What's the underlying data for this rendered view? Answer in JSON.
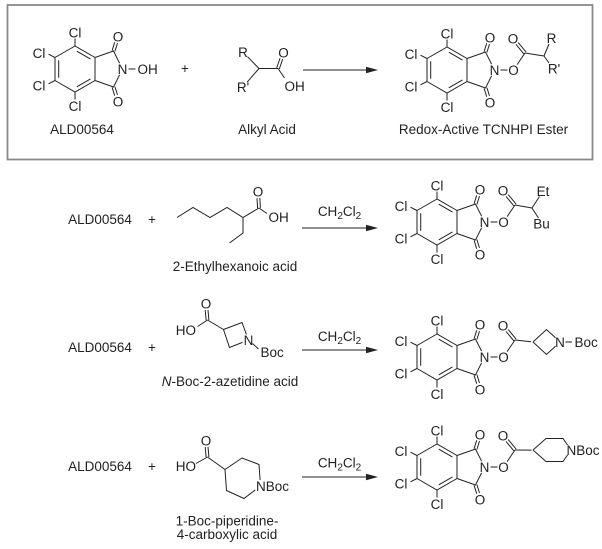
{
  "colors": {
    "background": "#ffffff",
    "line": "#222222",
    "box_border": "#8a8a8a"
  },
  "atoms": {
    "cl": "Cl",
    "o": "O",
    "n": "N",
    "oh": "OH",
    "ho": "HO",
    "r": "R",
    "r_prime": "R'",
    "et": "Et",
    "bu": "Bu",
    "boc": "Boc",
    "nboc": "NBoc"
  },
  "general_scheme": {
    "reactant_label": "ALD00564",
    "plus": "+",
    "acid_label": "Alkyl Acid",
    "product_label": "Redox-Active TCNHPI Ester"
  },
  "reactions": [
    {
      "reactant_label": "ALD00564",
      "plus": "+",
      "acid_name": "2-Ethylhexanoic acid",
      "conditions": {
        "p1": "CH",
        "s1": "2",
        "p2": "Cl",
        "s2": "2"
      }
    },
    {
      "reactant_label": "ALD00564",
      "plus": "+",
      "acid_name_prefix": "N",
      "acid_name_rest": "-Boc-2-azetidine acid",
      "conditions": {
        "p1": "CH",
        "s1": "2",
        "p2": "Cl",
        "s2": "2"
      }
    },
    {
      "reactant_label": "ALD00564",
      "plus": "+",
      "acid_name_line1": "1-Boc-piperidine-",
      "acid_name_line2": "4-carboxylic acid",
      "conditions": {
        "p1": "CH",
        "s1": "2",
        "p2": "Cl",
        "s2": "2"
      }
    }
  ]
}
